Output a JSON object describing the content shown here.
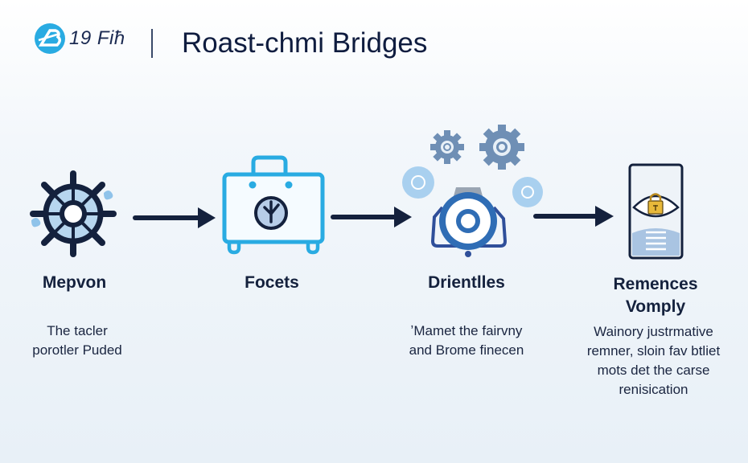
{
  "header": {
    "logo_icon": "brand-logo-icon",
    "logo_text": "19 Fiħ",
    "title": "Roast-chmi Bridges"
  },
  "colors": {
    "navy": "#14213d",
    "accent_cyan": "#29abe2",
    "accent_blue": "#2f6db5",
    "light_blue": "#b7d6ef",
    "gear_gray": "#6f8fb5",
    "lock_gold": "#e8b93a"
  },
  "steps": [
    {
      "icon": "ship-wheel-icon",
      "title": "Mepvon",
      "description": [
        "The tacler",
        "porotler Puded"
      ]
    },
    {
      "icon": "briefcase-clock-icon",
      "title": "Focets",
      "description": []
    },
    {
      "icon": "gears-dial-icon",
      "title": "Drientlles",
      "description": [
        "ʼMamet the fairvny",
        "and Brome finecen"
      ]
    },
    {
      "icon": "secure-document-lock-icon",
      "title": [
        "Remences",
        "Vomply"
      ],
      "description": [
        "Wainory justrmative",
        "remner, sloin fav btliet",
        "mots det the carse",
        "renisication"
      ]
    }
  ],
  "arrows": [
    "arrow-right-icon",
    "arrow-right-icon",
    "arrow-right-icon"
  ]
}
